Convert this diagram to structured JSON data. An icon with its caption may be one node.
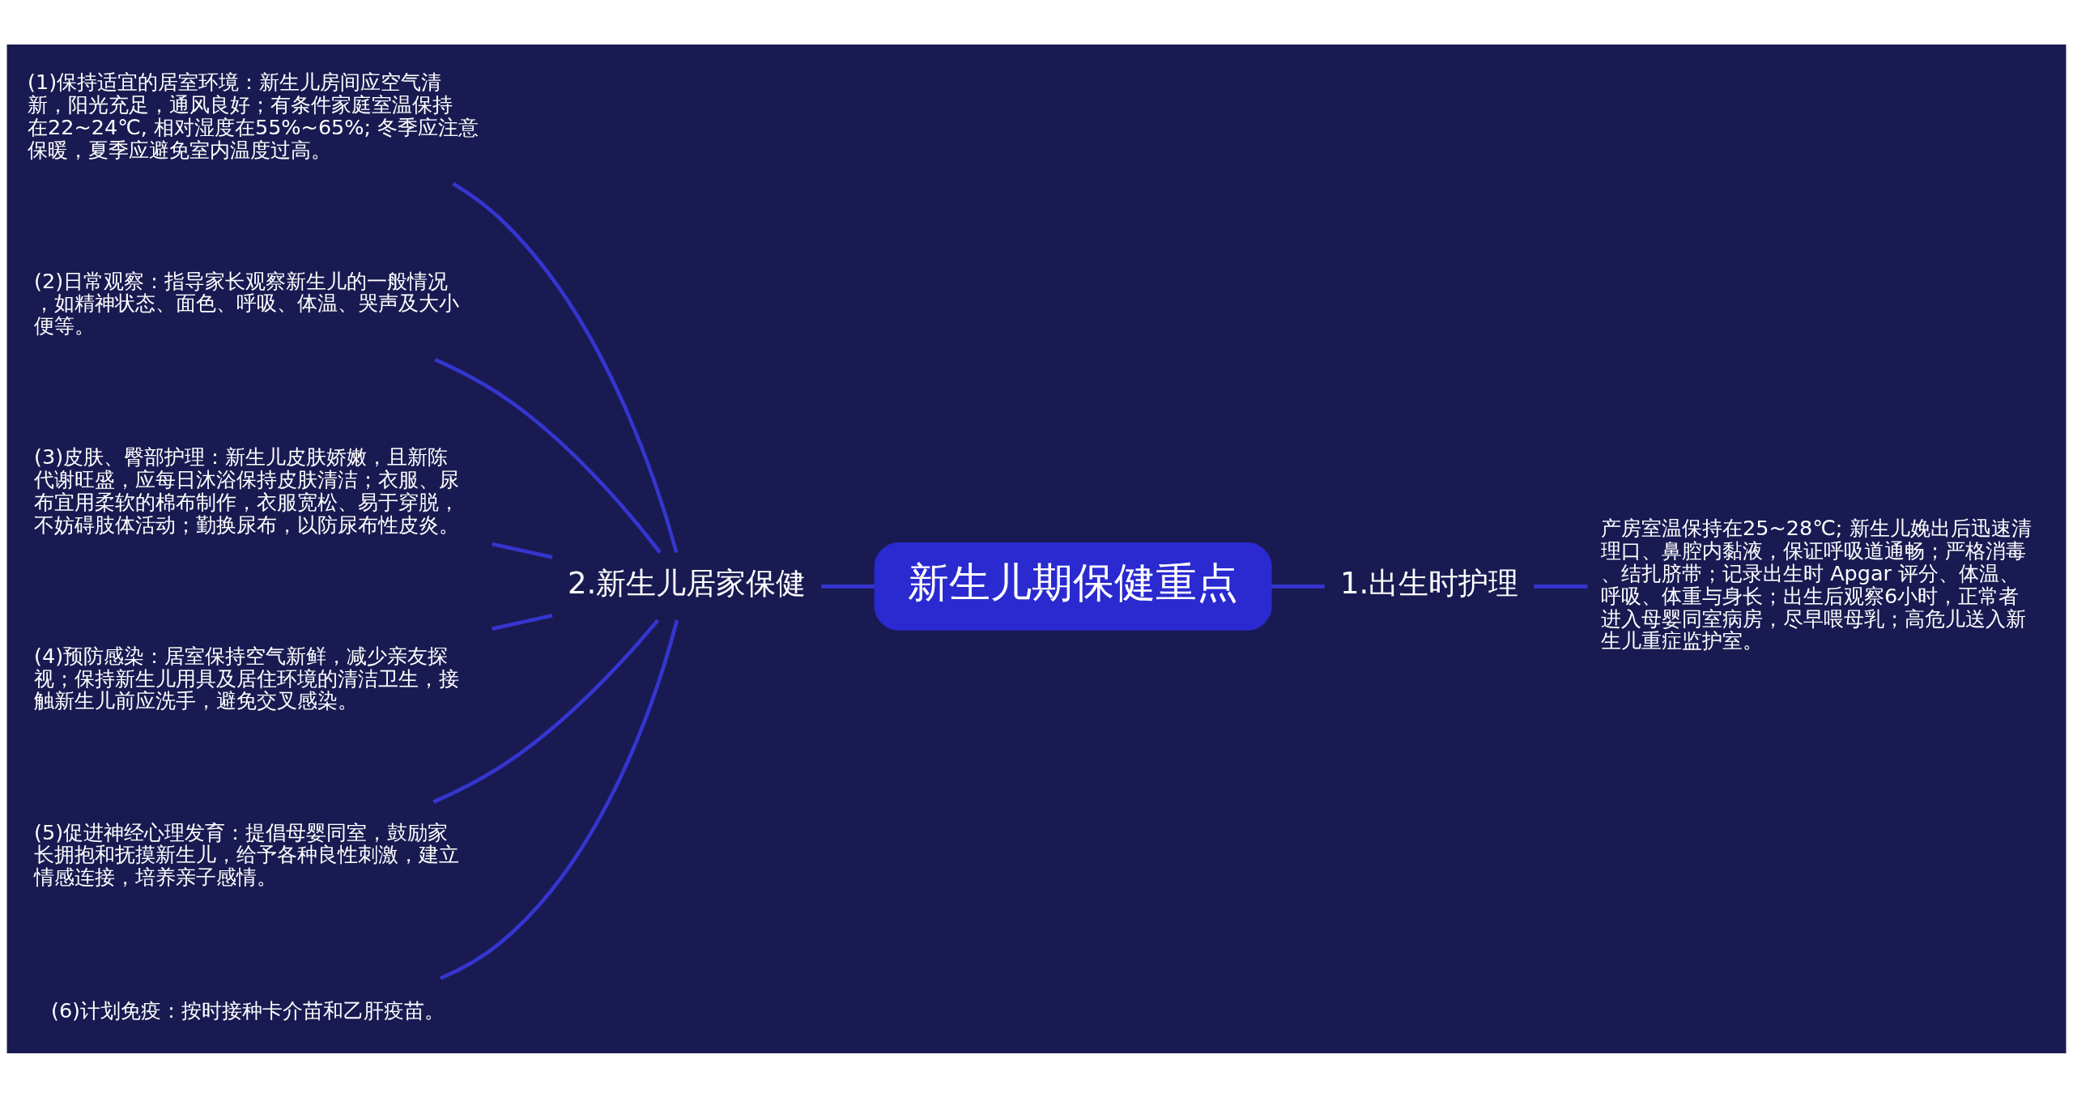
{
  "diagram": {
    "nodes": [
      {
        "text": [
          "新生儿期保健重点"
        ]
      },
      {
        "text": [
          "1.出生时护理"
        ]
      },
      {
        "text": [
          "产房室温保持在25~28℃; 新生儿娩出后迅速清理口、鼻腔内黏液，保证呼吸道通畅；严格消毒、结扎脐带；记录出生时 Apgar 评分、体温、呼吸、体重与身长；出生后观察6小时，正常者进入母婴同室病房，尽早喂母乳；高危儿送入新生儿重症监护室。"
        ]
      },
      {
        "text": [
          "2.新生儿居家保健"
        ]
      },
      {
        "text": [
          "(1)保持适宜的居室环境：新生儿房间应空气清新，阳光充足，通风良好；有条件家庭室温保持在22~24℃, 相对湿度在55%~65%; 冬季应注意保暖，夏季应避免室内温度过高。"
        ]
      },
      {
        "text": [
          "(2)日常观察：指导家长观察新生儿的一般情况，如精神状态、面色、呼吸、体温、哭声及大小便等。"
        ]
      },
      {
        "text": [
          "(3)皮肤、臀部护理：新生儿皮肤娇嫩，且新陈代谢旺盛，应每日沐浴保持皮肤清洁；衣服、尿布宜用柔软的棉布制作，衣服宽松、易于穿脱，不妨碍肢体活动；勤换尿布，以防尿布性皮炎。"
        ]
      },
      {
        "text": [
          "(4)预防感染：居室保持空气新鲜，减少亲友探视；保持新生儿用具及居住环境的清洁卫生，接触新生儿前应洗手，避免交叉感染。"
        ]
      },
      {
        "text": [
          "(5)促进神经心理发育：提倡母婴同室，鼓励家长拥抱和抚摸新生儿，给予各种良性刺激，建立情感连接，培养亲子感情。"
        ]
      },
      {
        "text": [
          "(6)计划免疫：按时接种卡介苗和乙肝疫苗。"
        ]
      }
    ],
    "edges": [
      {
        "from": 0,
        "to": 1,
        "arrow": "none"
      },
      {
        "from": 1,
        "to": 2,
        "arrow": "none"
      },
      {
        "from": 0,
        "to": 3,
        "arrow": "none"
      },
      {
        "from": 3,
        "to": 4,
        "arrow": "none"
      },
      {
        "from": 3,
        "to": 5,
        "arrow": "none"
      },
      {
        "from": 3,
        "to": 6,
        "arrow": "none"
      },
      {
        "from": 3,
        "to": 7,
        "arrow": "none"
      },
      {
        "from": 3,
        "to": 8,
        "arrow": "none"
      },
      {
        "from": 3,
        "to": 9,
        "arrow": "none"
      }
    ]
  }
}
